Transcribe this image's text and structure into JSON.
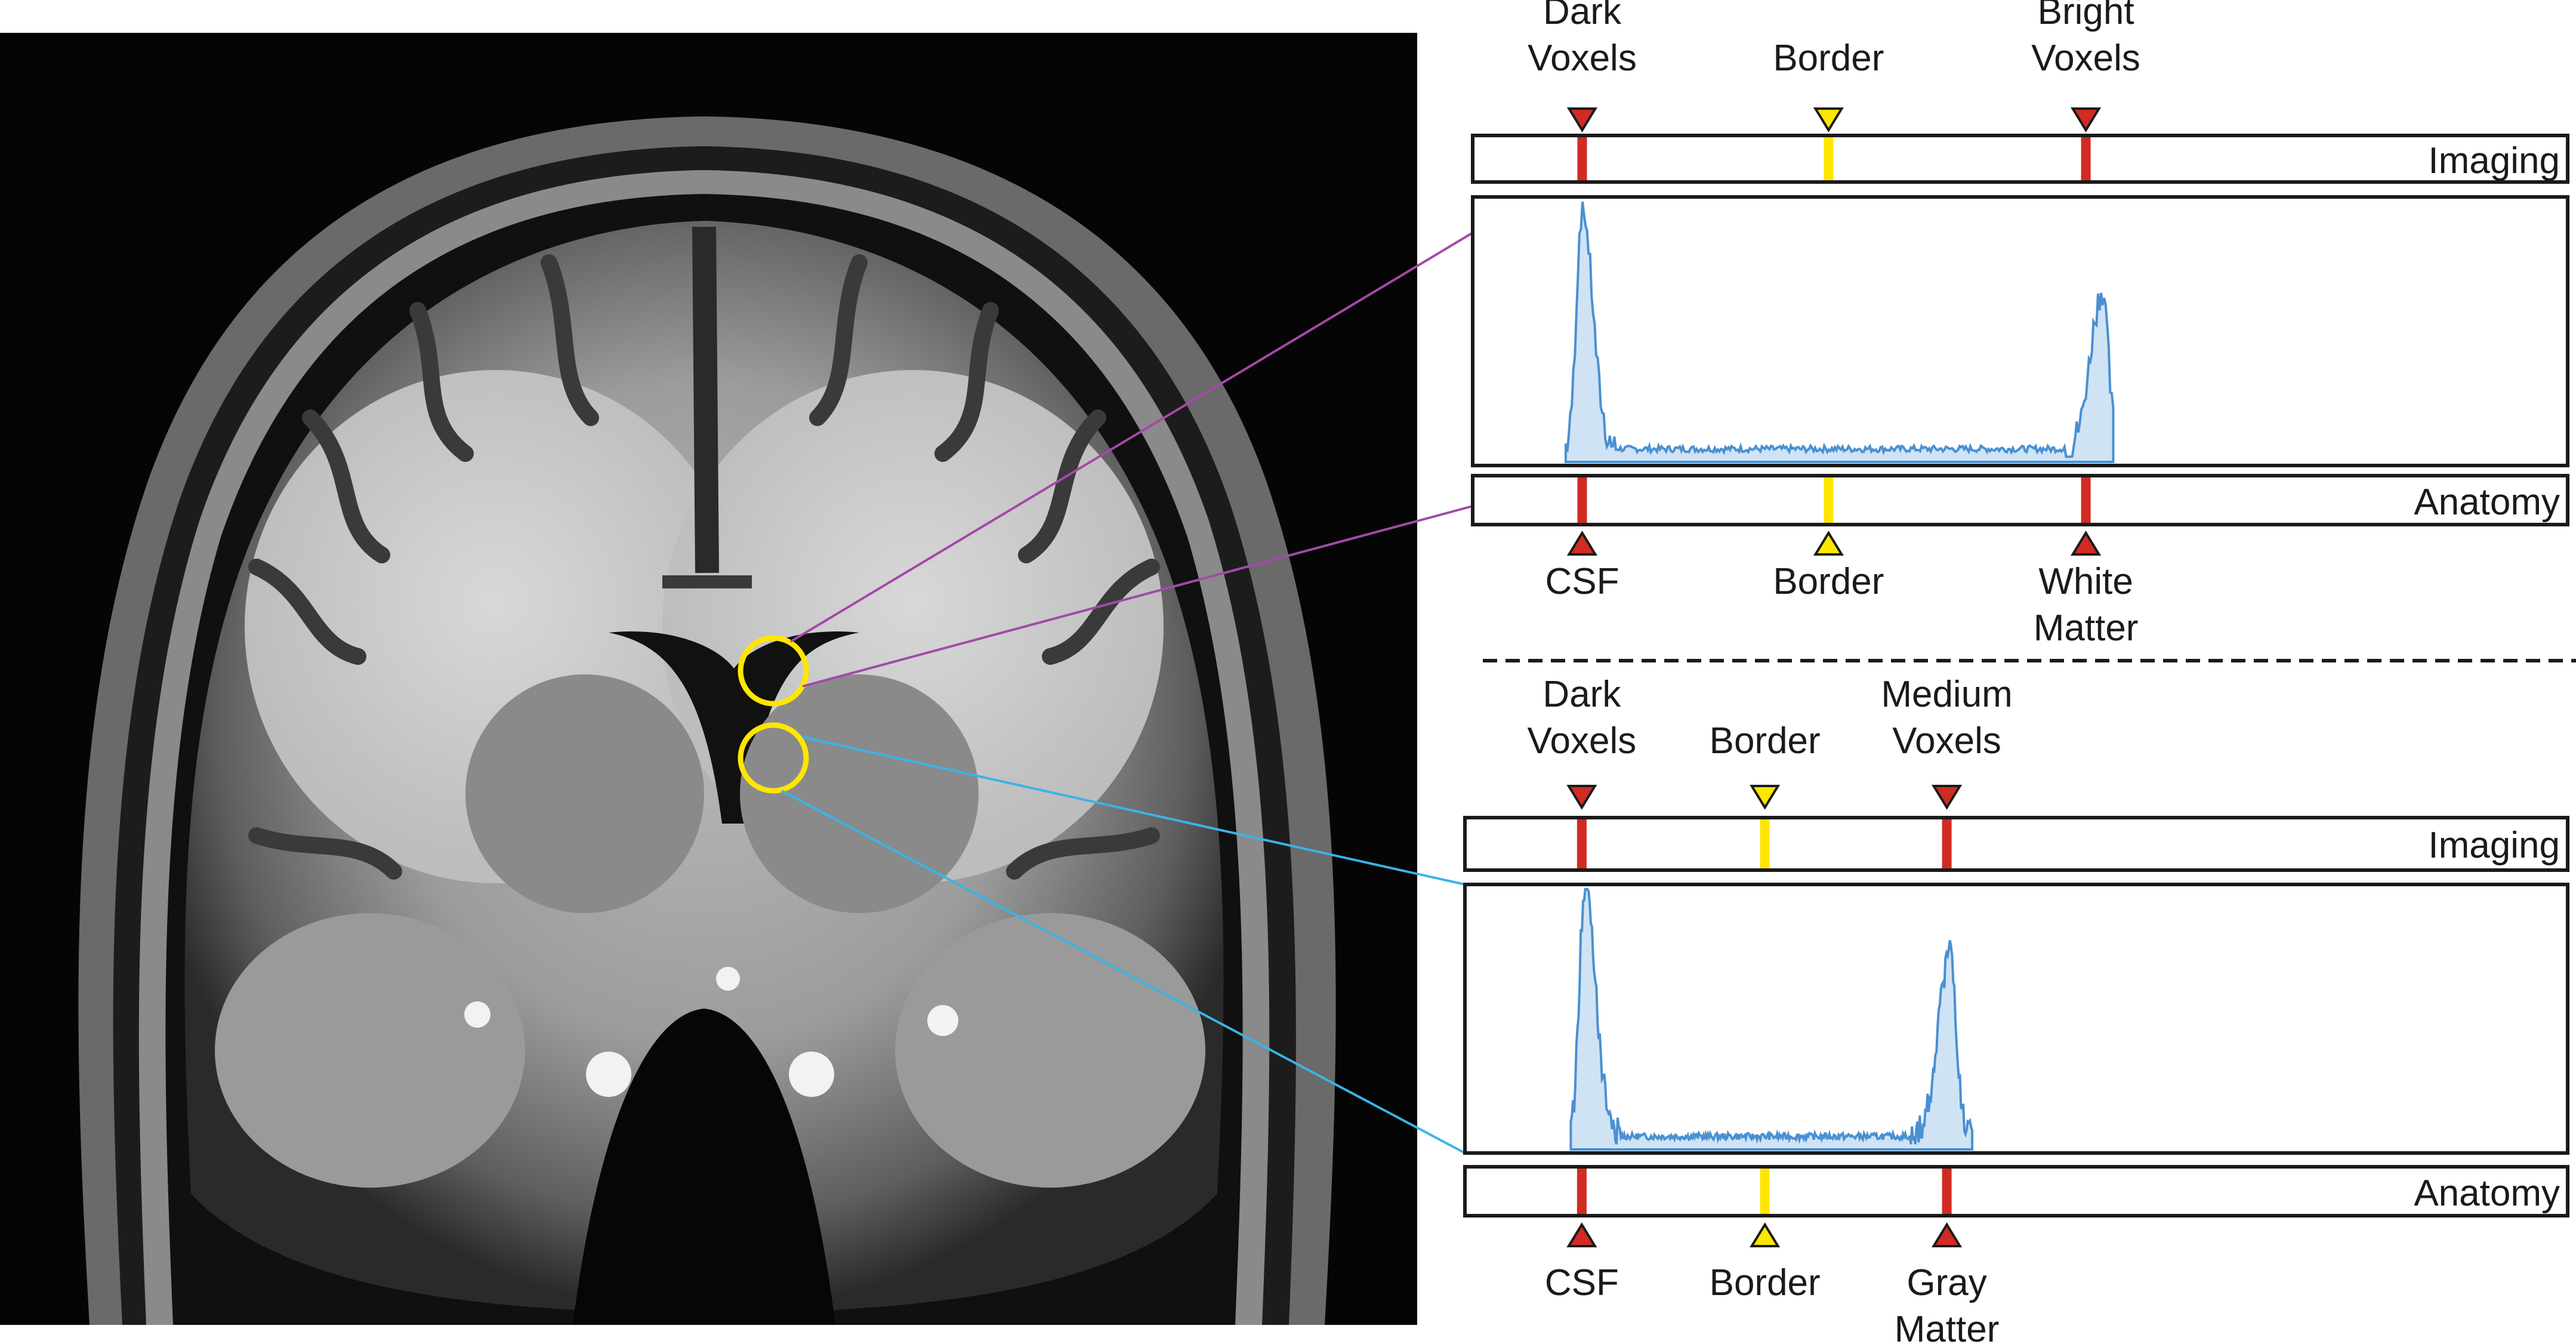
{
  "colors": {
    "marker_red": "#d12b23",
    "marker_yellow": "#ffe600",
    "histogram_fill": "#cfe3f5",
    "histogram_line": "#4a90d2",
    "circle": "#ffe600",
    "connector_top": "#a24aa8",
    "connector_bottom": "#3bb3e6",
    "panel_stroke": "#1a1a1a"
  },
  "mri": {
    "image": "brain-coronal-mri",
    "description_icon": "mri-scan-image"
  },
  "panels": [
    {
      "id": "top",
      "imaging_bar_label": "Imaging",
      "anatomy_bar_label": "Anatomy",
      "imaging_markers": [
        {
          "label": "Dark Voxels",
          "lines": [
            "Dark",
            "Voxels"
          ],
          "color": "red",
          "pos": 0.1
        },
        {
          "label": "Border",
          "lines": [
            "Border"
          ],
          "color": "yellow",
          "pos": 0.325
        },
        {
          "label": "Bright Voxels",
          "lines": [
            "Bright",
            "Voxels"
          ],
          "color": "red",
          "pos": 0.56
        }
      ],
      "anatomy_markers": [
        {
          "label": "CSF",
          "lines": [
            "CSF"
          ],
          "color": "red",
          "pos": 0.1
        },
        {
          "label": "Border",
          "lines": [
            "Border"
          ],
          "color": "yellow",
          "pos": 0.325
        },
        {
          "label": "White Matter",
          "lines": [
            "White",
            "Matter"
          ],
          "color": "red",
          "pos": 0.56
        }
      ],
      "histogram": {
        "left_peak": {
          "pos": 0.1,
          "height": 0.93
        },
        "right_peak": {
          "pos": 0.575,
          "height": 0.61
        },
        "start": 0.085,
        "end": 0.585,
        "baseline": 0.05
      }
    },
    {
      "id": "bottom",
      "imaging_bar_label": "Imaging",
      "anatomy_bar_label": "Anatomy",
      "imaging_markers": [
        {
          "label": "Dark Voxels",
          "lines": [
            "Dark",
            "Voxels"
          ],
          "color": "red",
          "pos": 0.106
        },
        {
          "label": "Border",
          "lines": [
            "Border"
          ],
          "color": "yellow",
          "pos": 0.272
        },
        {
          "label": "Medium Voxels",
          "lines": [
            "Medium",
            "Voxels"
          ],
          "color": "red",
          "pos": 0.437
        }
      ],
      "anatomy_markers": [
        {
          "label": "CSF",
          "lines": [
            "CSF"
          ],
          "color": "red",
          "pos": 0.106
        },
        {
          "label": "Border",
          "lines": [
            "Border"
          ],
          "color": "yellow",
          "pos": 0.272
        },
        {
          "label": "Gray Matter",
          "lines": [
            "Gray",
            "Matter"
          ],
          "color": "red",
          "pos": 0.437
        }
      ],
      "histogram": {
        "left_peak": {
          "pos": 0.109,
          "height": 0.98
        },
        "right_peak": {
          "pos": 0.44,
          "height": 0.71
        },
        "start": 0.096,
        "end": 0.46,
        "baseline": 0.05
      }
    }
  ]
}
